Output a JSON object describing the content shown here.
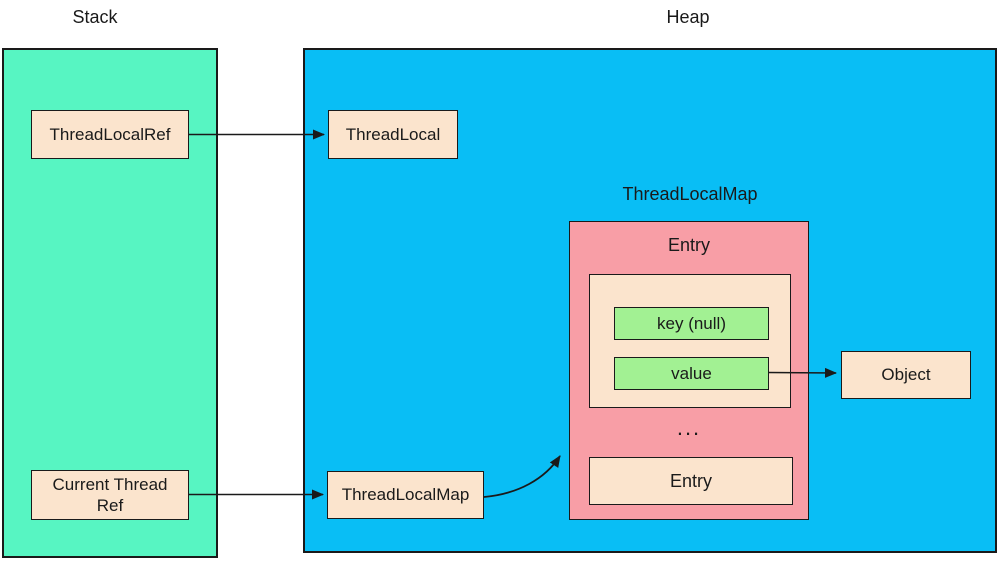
{
  "titles": {
    "stack": "Stack",
    "heap": "Heap"
  },
  "stack": {
    "thread_local_ref": "ThreadLocalRef",
    "current_thread_ref": "Current Thread Ref"
  },
  "heap": {
    "thread_local": "ThreadLocal",
    "thread_local_map_title": "ThreadLocalMap",
    "thread_local_map_box": "ThreadLocalMap",
    "object": "Object",
    "entry": {
      "label": "Entry",
      "key": "key (null)",
      "value": "value",
      "ellipsis": "...",
      "entry2": "Entry"
    }
  },
  "colors": {
    "stack_fill": "#57F5C2",
    "heap_fill": "#09BEF5",
    "entry_fill": "#F89EA6",
    "box_fill": "#FBE4CD",
    "kv_fill": "#A2F193",
    "line": "#1A1A1A"
  }
}
